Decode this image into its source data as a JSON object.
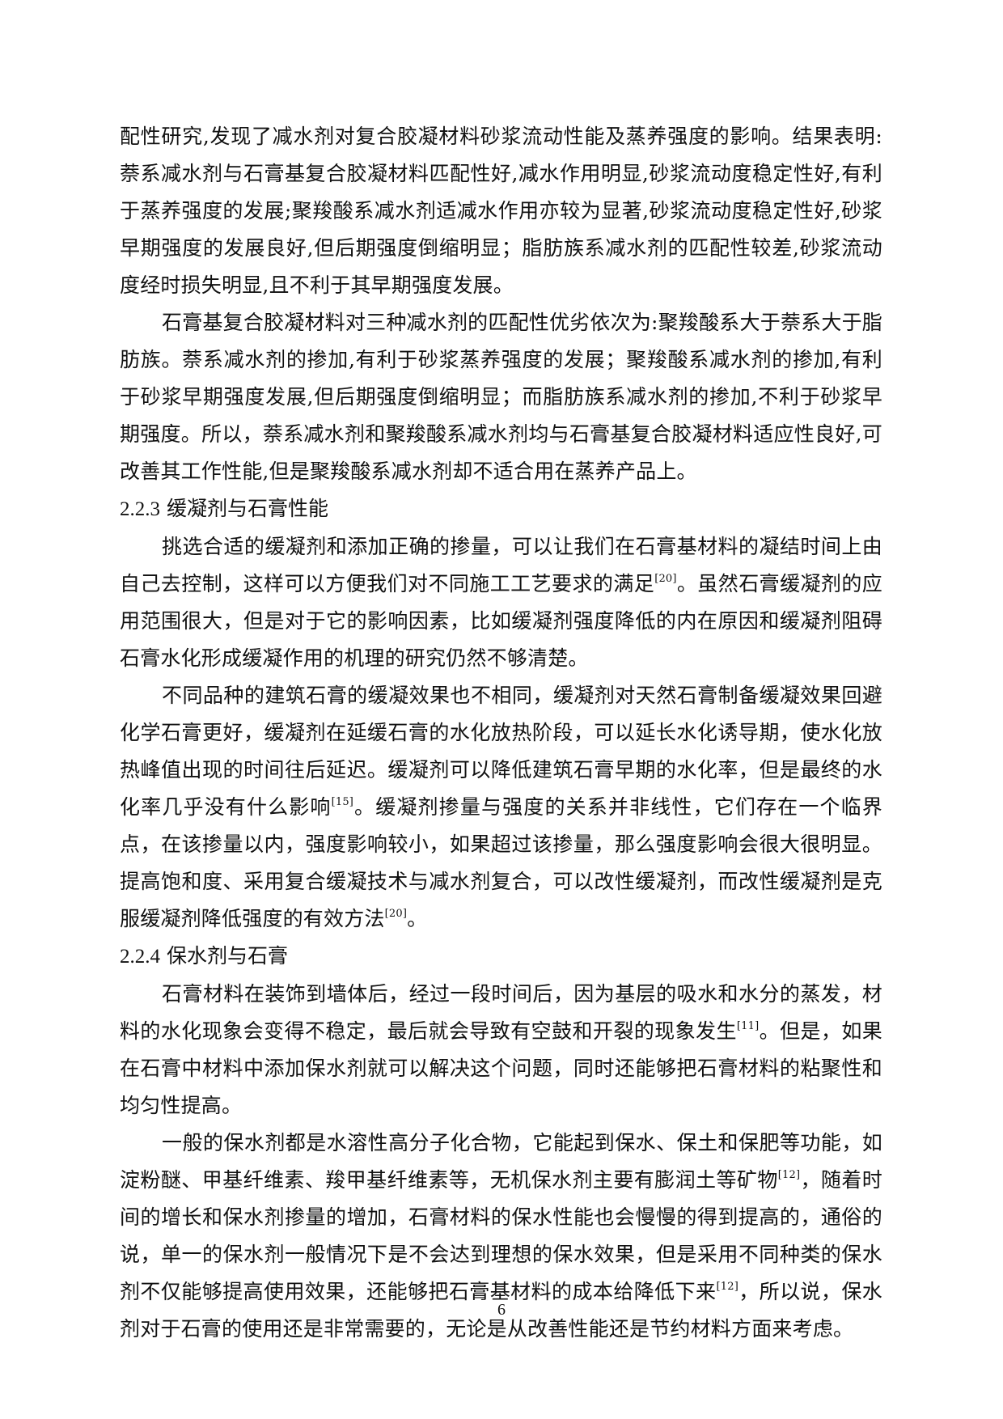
{
  "paragraphs": [
    {
      "kind": "para",
      "indent": false,
      "parts": [
        {
          "t": "配性研究,发现了减水剂对复合胶凝材料砂浆流动性能及蒸养强度的影响。结果表明:萘系减水剂与石膏基复合胶凝材料匹配性好,减水作用明显,砂浆流动度稳定性好,有利于蒸养强度的发展;聚羧酸系减水剂适减水作用亦较为显著,砂浆流动度稳定性好,砂浆早期强度的发展良好,但后期强度倒缩明显；脂肪族系减水剂的匹配性较差,砂浆流动度经时损失明显,且不利于其早期强度发展。"
        }
      ]
    },
    {
      "kind": "para",
      "indent": true,
      "parts": [
        {
          "t": "石膏基复合胶凝材料对三种减水剂的匹配性优劣依次为:聚羧酸系大于萘系大于脂肪族。萘系减水剂的掺加,有利于砂浆蒸养强度的发展；聚羧酸系减水剂的掺加,有利于砂浆早期强度发展,但后期强度倒缩明显；而脂肪族系减水剂的掺加,不利于砂浆早期强度。所以，萘系减水剂和聚羧酸系减水剂均与石膏基复合胶凝材料适应性良好,可改善其工作性能,但是聚羧酸系减水剂却不适合用在蒸养产品上。"
        }
      ]
    },
    {
      "kind": "heading",
      "num": "2.2.3",
      "title": "缓凝剂与石膏性能"
    },
    {
      "kind": "para",
      "indent": true,
      "parts": [
        {
          "t": "挑选合适的缓凝剂和添加正确的掺量，可以让我们在石膏基材料的凝结时间上由自己去控制，这样可以方便我们对不同施工工艺要求的满足"
        },
        {
          "sup": "[20]"
        },
        {
          "t": "。虽然石膏缓凝剂的应用范围很大，但是对于它的影响因素，比如缓凝剂强度降低的内在原因和缓凝剂阻碍石膏水化形成缓凝作用的机理的研究仍然不够清楚。"
        }
      ]
    },
    {
      "kind": "para",
      "indent": true,
      "parts": [
        {
          "t": "不同品种的建筑石膏的缓凝效果也不相同，缓凝剂对天然石膏制备缓凝效果回避化学石膏更好，缓凝剂在延缓石膏的水化放热阶段，可以延长水化诱导期，使水化放热峰值出现的时间往后延迟。缓凝剂可以降低建筑石膏早期的水化率，但是最终的水化率几乎没有什么影响"
        },
        {
          "sup": "[15]"
        },
        {
          "t": "。缓凝剂掺量与强度的关系并非线性，它们存在一个临界点，在该掺量以内，强度影响较小，如果超过该掺量，那么强度影响会很大很明显。提高饱和度、采用复合缓凝技术与减水剂复合，可以改性缓凝剂，而改性缓凝剂是克服缓凝剂降低强度的有效方法"
        },
        {
          "sup": "[20]"
        },
        {
          "t": "。"
        }
      ]
    },
    {
      "kind": "heading",
      "num": "2.2.4",
      "title": "保水剂与石膏"
    },
    {
      "kind": "para",
      "indent": true,
      "parts": [
        {
          "t": "石膏材料在装饰到墙体后，经过一段时间后，因为基层的吸水和水分的蒸发，材料的水化现象会变得不稳定，最后就会导致有空鼓和开裂的现象发生"
        },
        {
          "sup": "[11]"
        },
        {
          "t": "。但是，如果在石膏中材料中添加保水剂就可以解决这个问题，同时还能够把石膏材料的粘聚性和均匀性提高。"
        }
      ]
    },
    {
      "kind": "para",
      "indent": true,
      "parts": [
        {
          "t": "一般的保水剂都是水溶性高分子化合物，它能起到保水、保土和保肥等功能，如淀粉醚、甲基纤维素、羧甲基纤维素等，无机保水剂主要有膨润土等矿物"
        },
        {
          "sup": "[12]"
        },
        {
          "t": "，随着时间的增长和保水剂掺量的增加，石膏材料的保水性能也会慢慢的得到提高的，通俗的说，单一的保水剂一般情况下是不会达到理想的保水效果，但是采用不同种类的保水剂不仅能够提高使用效果，还能够把石膏基材料的成本给降低下来"
        },
        {
          "sup": "[12]"
        },
        {
          "t": "，所以说，保水剂对于石膏的使用还是非常需要的，无论是从改善性能还是节约材料方面来考虑。"
        }
      ]
    }
  ],
  "page_number": "6"
}
